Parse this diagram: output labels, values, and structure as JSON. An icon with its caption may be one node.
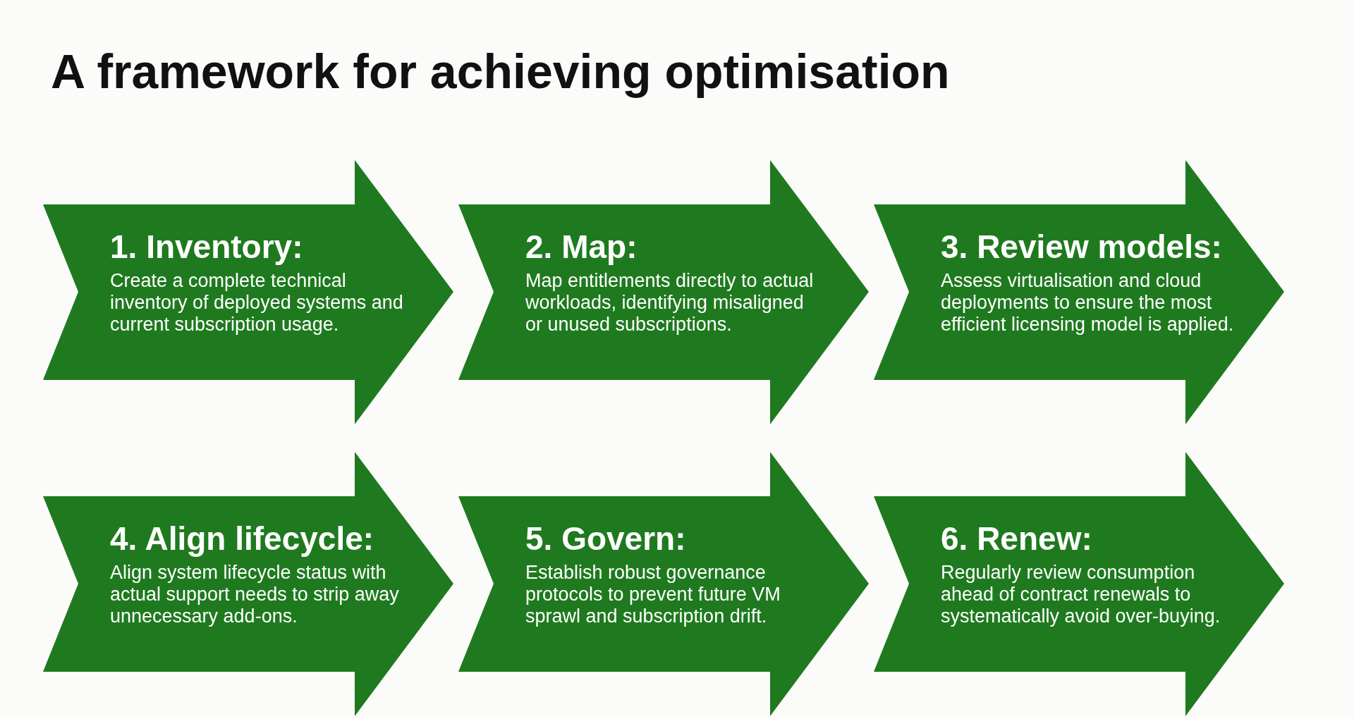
{
  "diagram": {
    "title": "A framework for achieving optimisation",
    "nodes": [
      {
        "text": [
          "1. Inventory:",
          "Create a complete technical inventory of deployed systems and current subscription usage."
        ]
      },
      {
        "text": [
          "2. Map:",
          "Map entitlements directly to actual workloads, identifying misaligned or unused subscriptions."
        ]
      },
      {
        "text": [
          "3. Review models:",
          "Assess virtualisation and cloud deployments to ensure the most efficient licensing model is applied."
        ]
      },
      {
        "text": [
          "4. Align lifecycle:",
          "Align system lifecycle status with actual support needs to strip away unnecessary add-ons."
        ]
      },
      {
        "text": [
          "5. Govern:",
          "Establish robust governance protocols to prevent future VM sprawl and subscription drift."
        ]
      },
      {
        "text": [
          "6. Renew:",
          "Regularly review consumption ahead of contract renewals to systematically avoid over-buying."
        ]
      }
    ]
  }
}
